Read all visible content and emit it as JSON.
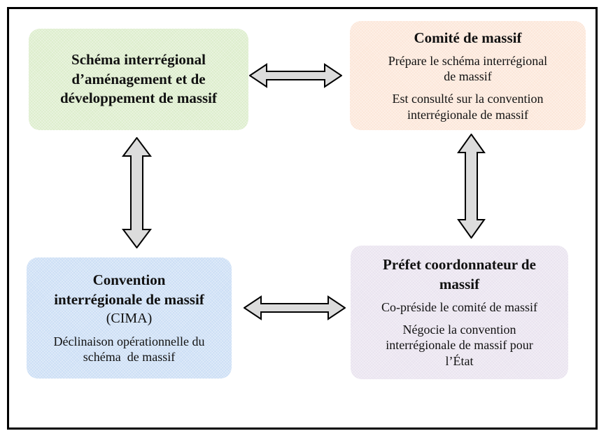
{
  "palette": {
    "schema_box_bg": "#dcedcb",
    "comite_box_bg": "#fce6d8",
    "cima_box_bg": "#cbdef5",
    "prefet_box_bg": "#e9e3ef",
    "arrow_fill": "#dcdcdc",
    "arrow_stroke": "#000000",
    "frame_border": "#000000",
    "text_color": "#111111"
  },
  "boxes": {
    "schema": {
      "title_lines": [
        "Schéma interrégional",
        "d’aménagement et de",
        "développement de massif"
      ]
    },
    "comite": {
      "title": "Comité de massif",
      "p1_lines": [
        "Prépare le schéma interrégional",
        "de massif"
      ],
      "p2_lines": [
        "Est consulté sur la convention",
        "interrégionale de massif"
      ]
    },
    "cima": {
      "title_lines": [
        "Convention",
        "interrégionale de massif"
      ],
      "subtitle": "(CIMA)",
      "p1_lines": [
        "Déclinaison opérationnelle du",
        "schéma  de massif"
      ]
    },
    "prefet": {
      "title_lines": [
        "Préfet coordonnateur de",
        "massif"
      ],
      "p1_lines": [
        "Co-préside le comité de massif"
      ],
      "p2_lines": [
        "Négocie la convention",
        "interrégionale de massif pour",
        "l’État"
      ]
    }
  },
  "arrows": {
    "schema_comite": "double-headed-horizontal-arrow",
    "schema_cima": "double-headed-vertical-arrow",
    "comite_prefet": "double-headed-vertical-arrow",
    "cima_prefet": "double-headed-horizontal-arrow"
  }
}
